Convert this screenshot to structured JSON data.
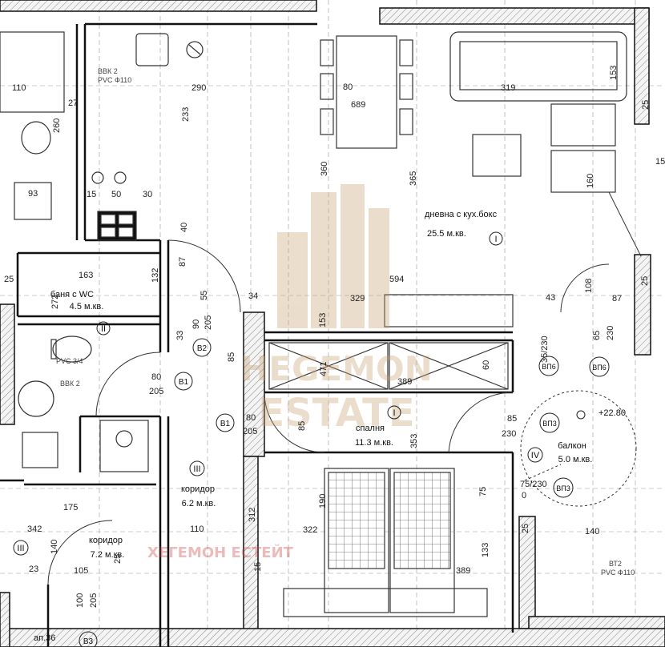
{
  "rooms": {
    "living": {
      "name": "дневна с кух.бокс",
      "area": "25.5 м.кв.",
      "num": "I"
    },
    "bath": {
      "name": "баня с WC",
      "area": "4.5 м.кв.",
      "num": "II"
    },
    "corridor": {
      "name": "коридор",
      "area": "6.2 м.кв.",
      "num": "III"
    },
    "corridor2": {
      "name": "коридор",
      "area": "7.2 м.кв.",
      "num": "III"
    },
    "bedroom": {
      "name": "спалня",
      "area": "11.3 м.кв.",
      "num": "I"
    },
    "balcony": {
      "name": "балкон",
      "area": "5.0 м.кв.",
      "num": "IV"
    }
  },
  "level_mark": "+22.80",
  "apartment_label": "ап.36",
  "pipes": {
    "vk2_top": "ВВК 2",
    "pvc_top": "PVC Ф110",
    "vk2_mid": "ВВК 2",
    "pvc_mid": "PVC 3/4",
    "vt2": "ВТ2",
    "pvc_bottom": "PVC Ф110"
  },
  "door_marks": {
    "b1a": "B1",
    "b1b": "B1",
    "b2": "B2",
    "b3": "B3",
    "vp6a": "ВП6",
    "vp6b": "ВП6",
    "vp3a": "ВП3",
    "vp3b": "ВП3"
  },
  "watermark": {
    "line1": "HEGEMON",
    "line2": "ESTATE",
    "line3": "ХЕГЕМОН ЕСТЕЙТ"
  },
  "dimensions": {
    "d110": "110",
    "d27": "27",
    "d260": "260",
    "d93": "93",
    "d290": "290",
    "d233": "233",
    "d15a": "15",
    "d50": "50",
    "d30": "30",
    "d80top": "80",
    "d689": "689",
    "d319": "319",
    "d153": "153",
    "d25a": "25",
    "d360": "360",
    "d365": "365",
    "d160": "160",
    "d15b": "15",
    "d40": "40",
    "d163": "163",
    "d25b": "25",
    "d272": "272",
    "d87a": "87",
    "d132": "132",
    "d55": "55",
    "d34": "34",
    "d594": "594",
    "d329": "329",
    "d43": "43",
    "d108": "108",
    "d87b": "87",
    "d25c": "25",
    "d90": "90",
    "d205a": "205",
    "d153b": "153",
    "d33": "33",
    "d85a": "85",
    "d471": "471",
    "d389a": "389",
    "d60": "60",
    "d80a": "80",
    "d205b": "205",
    "d3535": "35/230",
    "d65": "65",
    "d230a": "230",
    "d80b": "80",
    "d205c": "205",
    "d85b": "85",
    "d85c": "85",
    "d230b": "230",
    "d353": "353",
    "d1525": "75/230",
    "d0": "0",
    "d175": "175",
    "d190": "190",
    "d322": "322",
    "d342": "342",
    "d140a": "140",
    "d110b": "110",
    "d140b": "140",
    "d25d": "25",
    "d133": "133",
    "d23": "23",
    "d105": "105",
    "d312": "312",
    "d389b": "389",
    "d100": "100",
    "d205d": "205",
    "d75": "75",
    "d15c": "15",
    "d25e": "25"
  }
}
